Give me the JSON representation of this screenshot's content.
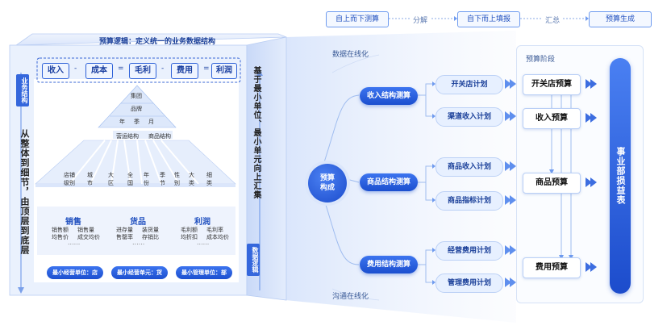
{
  "top_flow": {
    "steps": [
      "自上而下测算",
      "自下而上填报",
      "预算生成"
    ],
    "arrows": [
      "分解",
      "汇总"
    ]
  },
  "cube": {
    "title": "预算逻辑：定义统一的业务数据结构",
    "chips": [
      "收入",
      "成本",
      "毛利",
      "费用",
      "利润"
    ],
    "chip_separators": [
      "-",
      "=",
      "-",
      "="
    ],
    "left_badge": "业务结构",
    "left_text": "从整体到细节，由顶层到底层",
    "right_text": "基于最小单位、最小单元向上汇集",
    "right_badge": "数据逻辑",
    "pyramid": {
      "top": [
        "集团",
        "品牌",
        "年",
        "季",
        "月"
      ],
      "mid_labels": [
        "营运结构",
        "商品结构"
      ],
      "leaves": [
        "店铺级别",
        "城市",
        "大区",
        "全国",
        "年份",
        "季节",
        "性别",
        "大类",
        "细类"
      ]
    },
    "cards": [
      {
        "title": "销售",
        "items": [
          "销售额",
          "销售量",
          "均售价",
          "成交均价"
        ],
        "dots": "......"
      },
      {
        "title": "货品",
        "items": [
          "进存量",
          "装货量",
          "售罄率",
          "存销比"
        ],
        "dots": "......"
      },
      {
        "title": "利润",
        "items": [
          "毛利额",
          "毛利率",
          "均折扣",
          "成本均价"
        ],
        "dots": "......"
      }
    ],
    "units": [
      "最小经营单位：店",
      "最小经营单元：货",
      "最小管理单位：部"
    ]
  },
  "diagram": {
    "online_top": "数据在线化",
    "online_bottom": "沟通在线化",
    "center": "预算构成",
    "structures": [
      "收入结构测算",
      "商品结构测算",
      "费用结构测算"
    ],
    "plans": [
      "开关店计划",
      "渠道收入计划",
      "商品收入计划",
      "商品指标计划",
      "经营费用计划",
      "管理费用计划"
    ],
    "stage_title": "预算阶段",
    "stages": [
      "开关店预算",
      "收入预算",
      "商品预算",
      "费用预算"
    ],
    "final": "事业部损益表"
  }
}
